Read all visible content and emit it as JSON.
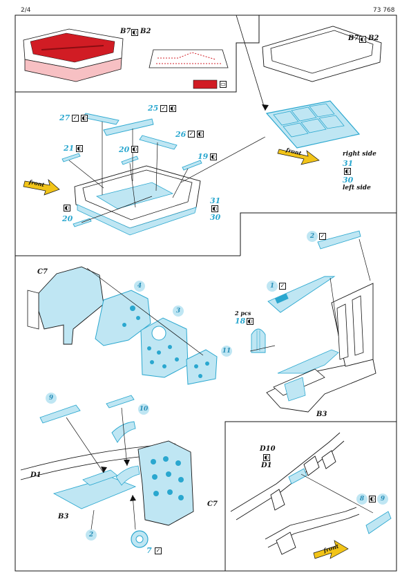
{
  "header": {
    "page": "2/4",
    "code": "73 768"
  },
  "colors": {
    "pe_blue": "#bfe6f3",
    "pe_stroke": "#2aa7cf",
    "red": "#d11c24",
    "arrow_yellow": "#f2c418"
  },
  "icons": {
    "check": "checkmark-icon",
    "yin_yang": "painted-icon",
    "paint": "paint-film-icon"
  },
  "labels": {
    "b7_b2": "B7",
    "b2": "B2",
    "right_side": "right side",
    "left_side": "left side",
    "front": "front",
    "c7": "C7",
    "b3": "B3",
    "d1": "D1",
    "d10": "D10",
    "two_pcs": "2 pcs"
  },
  "parts": {
    "p2": "2",
    "p3": "3",
    "p4": "4",
    "p7": "7",
    "p8": "8",
    "p9": "9",
    "p10": "10",
    "p11": "11",
    "p1": "1",
    "p18": "18",
    "p19": "19",
    "p20": "20",
    "p21": "21",
    "p25": "25",
    "p26": "26",
    "p27": "27",
    "p30": "30",
    "p31": "31"
  }
}
